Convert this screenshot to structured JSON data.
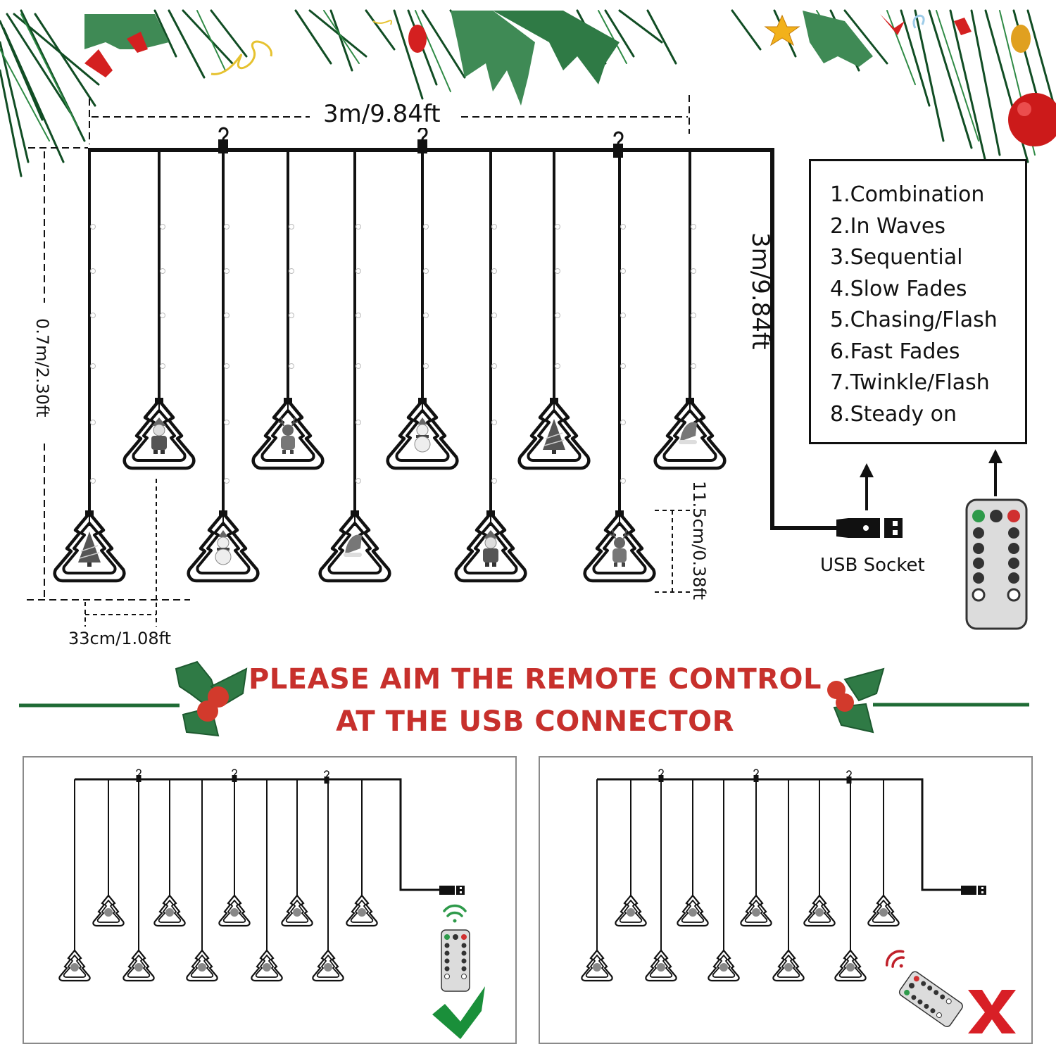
{
  "main_diagram": {
    "width_label": "3m/9.84ft",
    "lead_cable_label": "3m/9.84ft",
    "drop_length_label": "0.7m/2.30ft",
    "strand_spacing_label": "33cm/1.08ft",
    "ornament_height_label": "11.5cm/0.38ft",
    "usb_label": "USB Socket",
    "strand_count": 10,
    "hook_count": 3,
    "ornaments": {
      "upper_row": [
        "santa",
        "reindeer",
        "snowman",
        "christmas-tree",
        "santa-hat"
      ],
      "lower_row": [
        "christmas-tree",
        "snowman",
        "santa-hat",
        "santa",
        "reindeer"
      ]
    }
  },
  "modes": {
    "items": [
      "1.Combination",
      "2.In Waves",
      "3.Sequential",
      "4.Slow Fades",
      "5.Chasing/Flash",
      "6.Fast Fades",
      "7.Twinkle/Flash",
      "8.Steady on"
    ]
  },
  "remote": {
    "top_buttons": [
      "on",
      "mode",
      "off"
    ],
    "mode_buttons": [
      "1",
      "2",
      "3",
      "4",
      "5",
      "6",
      "7",
      "8"
    ],
    "dim_buttons": [
      "-",
      "+"
    ],
    "colors": {
      "on": "#2e9a4a",
      "mode": "#333333",
      "off": "#d03030",
      "body": "#dcdcdc"
    }
  },
  "banner": {
    "line1": "PLEASE AIM THE REMOTE CONTROL",
    "line2": "AT THE USB CONNECTOR",
    "text_color": "#c7302c",
    "rule_color": "#1f6b35"
  },
  "panels": {
    "correct": {
      "status": "correct",
      "signal_color": "#2e9a4a",
      "mark": "check",
      "mark_color": "#1a8f3a"
    },
    "incorrect": {
      "status": "incorrect",
      "signal_color": "#c0202a",
      "mark": "X",
      "mark_color": "#d81f26"
    }
  },
  "colors": {
    "pine_dark": "#0f4a22",
    "pine_light": "#2d7a3e",
    "ornament_red": "#d42020",
    "star_gold": "#f2b11a",
    "line_black": "#111111"
  }
}
